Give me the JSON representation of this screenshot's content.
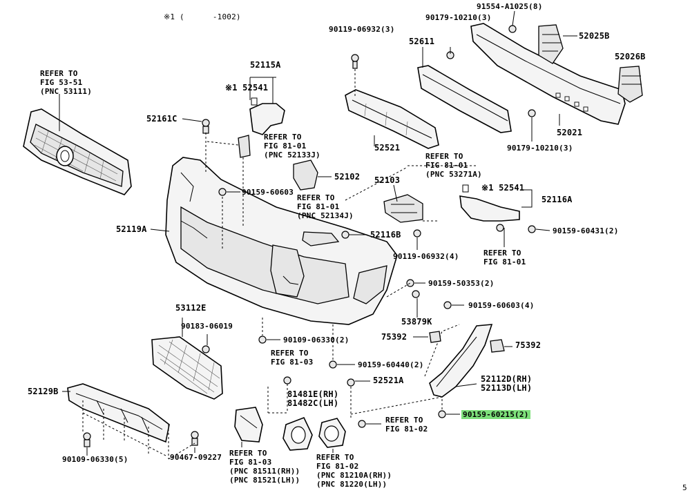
{
  "footnote": "※1 (      -1002)",
  "corner_mark": "5",
  "labels": {
    "refer_grille": "REFER TO\nFIG 53-51\n(PNC 53111)",
    "p52161C": "52161C",
    "p52115A": "52115A",
    "p52541_top": "※1 52541",
    "refer_52133J": "REFER TO\nFIG 81-01\n(PNC 52133J)",
    "p90119_top": "90119-06932(3)",
    "p52611": "52611",
    "p91554": "91554-A1025(8)",
    "p90179_top": "90179-10210(3)",
    "p52025B": "52025B",
    "p52026B": "52026B",
    "p52021": "52021",
    "p90179_bot": "90179-10210(3)",
    "p52521": "52521",
    "refer_53271A": "REFER TO\nFIG 81-01\n(PNC 53271A)",
    "p52102": "52102",
    "p52103": "52103",
    "p52541_right": "※1 52541",
    "p52116A": "52116A",
    "p90159_60603_top": "90159-60603",
    "refer_52134J": "REFER TO\nFIG 81-01\n(PNC 52134J)",
    "p52119A": "52119A",
    "p52116B": "52116B",
    "p90159_60431": "90159-60431(2)",
    "p90119_bot": "90119-06932(4)",
    "refer_81_01": "REFER TO\nFIG 81-01",
    "p90159_50353": "90159-50353(2)",
    "p90159_60603_right": "90159-60603(4)",
    "p53112E": "53112E",
    "p90183": "90183-06019",
    "p53879K": "53879K",
    "p90109_06330_2": "90109-06330(2)",
    "p75392_left": "75392",
    "p75392_right": "75392",
    "refer_81_03_top": "REFER TO\nFIG 81-03",
    "p90159_60440": "90159-60440(2)",
    "p52521A": "52521A",
    "p52112D": "52112D(RH)\n52113D(LH)",
    "p52129B": "52129B",
    "p81481E": "81481E(RH)\n81482C(LH)",
    "p90159_60215": "90159-60215(2)",
    "refer_81_02_right": "REFER TO\nFIG 81-02",
    "p90109_06330_5": "90109-06330(5)",
    "p90467": "90467-09227",
    "refer_81_03_bot": "REFER TO\nFIG 81-03\n(PNC 81511(RH))\n(PNC 81521(LH))",
    "refer_81_02_bot": "REFER TO\nFIG 81-02\n(PNC 81210A(RH))\n(PNC 81220(LH))"
  }
}
